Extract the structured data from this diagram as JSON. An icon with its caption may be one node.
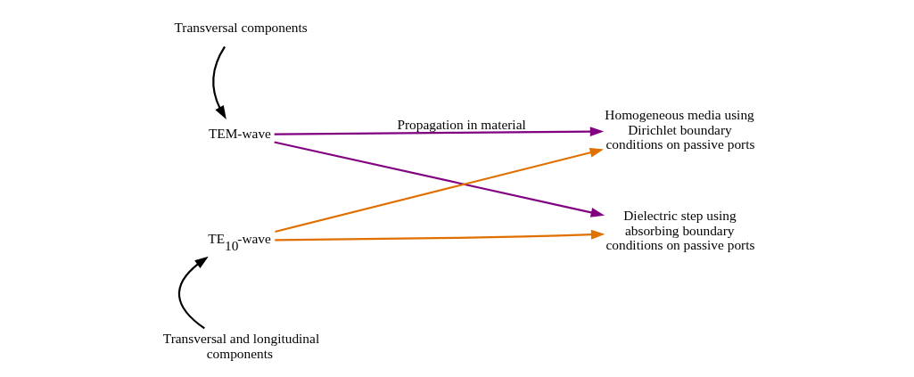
{
  "diagram": {
    "nodes": [
      {
        "text": [
          "Transversal components"
        ]
      },
      {
        "text": [
          "TEM-wave"
        ]
      },
      {
        "text": [
          "Homogeneous media using Dirichlet boundary conditions on passive ports"
        ]
      },
      {
        "text": [
          "TE$_{10}$-wave"
        ]
      },
      {
        "text": [
          "Dielectric step using absorbing boundary conditions on passive ports"
        ]
      },
      {
        "text": [
          "Transversal and longitudinal components"
        ]
      }
    ],
    "edges": [
      {
        "from": 0,
        "to": 1,
        "arrow": "to",
        "color": "#000000"
      },
      {
        "from": 1,
        "to": 2,
        "arrow": "to",
        "label": "Propagation in material",
        "color": "#800080"
      },
      {
        "from": 1,
        "to": 4,
        "arrow": "to",
        "color": "#800080"
      },
      {
        "from": 3,
        "to": 2,
        "arrow": "to",
        "color": "#e07000"
      },
      {
        "from": 3,
        "to": 4,
        "arrow": "to",
        "color": "#e07000"
      },
      {
        "from": 5,
        "to": 3,
        "arrow": "to",
        "color": "#000000"
      }
    ]
  }
}
